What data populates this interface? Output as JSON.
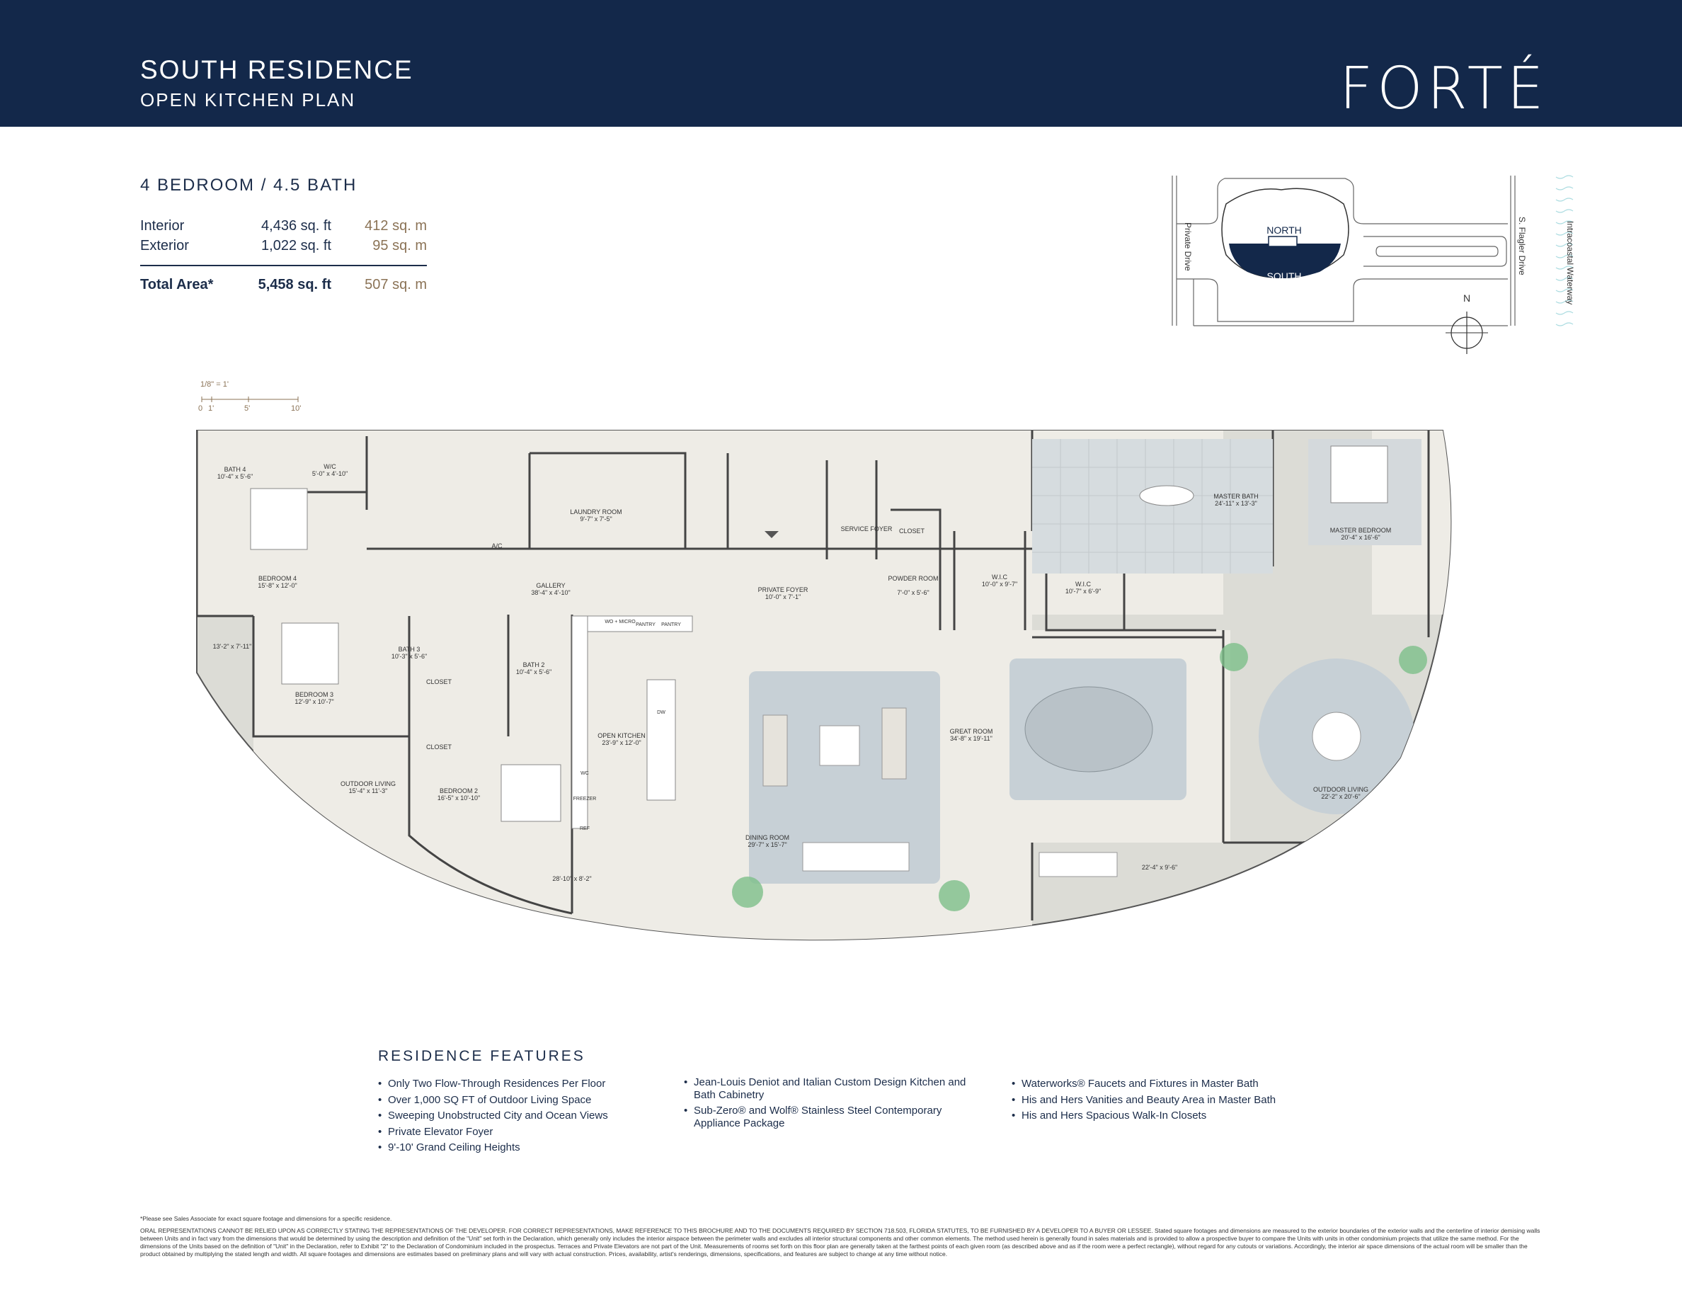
{
  "header": {
    "title": "SOUTH RESIDENCE",
    "subtitle": "OPEN KITCHEN PLAN",
    "logo": "FORTÉ",
    "background": "#13284a"
  },
  "summary": {
    "bed_bath": "4 BEDROOM  / 4.5 BATH",
    "rows": [
      {
        "label": "Interior",
        "sqft": "4,436 sq. ft",
        "sqm": "412 sq. m"
      },
      {
        "label": "Exterior",
        "sqft": "1,022 sq. ft",
        "sqm": "95 sq. m"
      }
    ],
    "total": {
      "label": "Total Area*",
      "sqft": "5,458 sq. ft",
      "sqm": "507 sq. m"
    }
  },
  "keyplan": {
    "north": "NORTH",
    "south": "SOUTH",
    "private_drive": "Private Drive",
    "flagler": "S. Flagler Drive",
    "waterway": "Intracoastal Waterway",
    "compass": "N"
  },
  "scale": {
    "label": "1/8\" = 1'",
    "ticks": [
      "0",
      "1'",
      "5'",
      "10'"
    ]
  },
  "rooms": {
    "bath4": {
      "name": "BATH 4",
      "dim": "10'-4\" x 5'-6\""
    },
    "wic4": {
      "name": "W/C",
      "dim": "5'-0\" x 4'-10\""
    },
    "bedroom4": {
      "name": "BEDROOM 4",
      "dim": "15'-8\" x 12'-0\""
    },
    "ac": {
      "name": "A/C"
    },
    "laundry": {
      "name": "LAUNDRY ROOM",
      "dim": "9'-7\" x 7'-5\""
    },
    "gallery": {
      "name": "GALLERY",
      "dim": "38'-4\" x 4'-10\""
    },
    "service_foyer": {
      "name": "SERVICE FOYER"
    },
    "closet_sf": {
      "name": "CLOSET"
    },
    "private_foyer": {
      "name": "PRIVATE FOYER",
      "dim": "10'-0\" x 7'-1\""
    },
    "powder": {
      "name": "POWDER ROOM",
      "dim": "7'-0\" x 5'-6\""
    },
    "wic_a": {
      "name": "W.I.C",
      "dim": "10'-0\" x 9'-7\""
    },
    "wic_b": {
      "name": "W.I.C",
      "dim": "10'-7\" x 6'-9\""
    },
    "master_bath": {
      "name": "MASTER BATH",
      "dim": "24'-11\" x 13'-3\""
    },
    "master_bed": {
      "name": "MASTER BEDROOM",
      "dim": "20'-4\" x 16'-6\""
    },
    "terrace_w": {
      "dim": "13'-2\" x 7'-11\""
    },
    "bath3": {
      "name": "BATH 3",
      "dim": "10'-3\" x 5'-6\""
    },
    "closet3": {
      "name": "CLOSET"
    },
    "bedroom3": {
      "name": "BEDROOM 3",
      "dim": "12'-9\" x 10'-7\""
    },
    "bath2": {
      "name": "BATH 2",
      "dim": "10'-4\" x 5'-6\""
    },
    "wd_micro": {
      "name": "WO + MICRO"
    },
    "pantry1": {
      "name": "PANTRY"
    },
    "pantry2": {
      "name": "PANTRY"
    },
    "open_kitchen": {
      "name": "OPEN KITCHEN",
      "dim": "23'-9\" x 12'-0\""
    },
    "dw": {
      "name": "DW"
    },
    "wc_k": {
      "name": "WC"
    },
    "freezer": {
      "name": "FREEZER"
    },
    "ref": {
      "name": "REF"
    },
    "closet2": {
      "name": "CLOSET"
    },
    "bedroom2": {
      "name": "BEDROOM 2",
      "dim": "16'-5\" x 10'-10\""
    },
    "outdoor_w": {
      "name": "OUTDOOR LIVING",
      "dim": "15'-4\" x 11'-3\""
    },
    "terrace_s": {
      "dim": "28'-10\" x 8'-2\""
    },
    "great_room": {
      "name": "GREAT ROOM",
      "dim": "34'-8\" x 19'-11\""
    },
    "dining_room": {
      "name": "DINING ROOM",
      "dim": "29'-7\" x 15'-7\""
    },
    "terrace_e": {
      "dim": "22'-4\" x 9'-6\""
    },
    "outdoor_e": {
      "name": "OUTDOOR LIVING",
      "dim": "22'-2\" x 20'-6\""
    }
  },
  "features": {
    "title": "RESIDENCE  FEATURES",
    "col1": [
      "Only Two Flow-Through Residences Per Floor",
      "Over 1,000 SQ FT of Outdoor Living Space",
      "Sweeping Unobstructed City and Ocean Views",
      "Private Elevator Foyer",
      "9'-10' Grand Ceiling Heights"
    ],
    "col2": [
      "Jean-Louis Deniot and Italian Custom Design Kitchen and Bath Cabinetry",
      "Sub-Zero® and Wolf® Stainless Steel Contemporary Appliance Package"
    ],
    "col3": [
      "Waterworks® Faucets and Fixtures in Master Bath",
      "His and Hers Vanities and Beauty Area in Master Bath",
      "His and Hers Spacious Walk-In Closets"
    ]
  },
  "disclaimer": {
    "note": "*Please see Sales Associate for exact square footage and dimensions for a specific residence.",
    "legal": "ORAL REPRESENTATIONS CANNOT BE RELIED UPON AS CORRECTLY STATING THE REPRESENTATIONS OF THE DEVELOPER. FOR CORRECT REPRESENTATIONS, MAKE REFERENCE TO THIS BROCHURE AND TO THE DOCUMENTS REQUIRED BY SECTION 718.503, FLORIDA STATUTES, TO BE FURNISHED BY A DEVELOPER TO A BUYER OR LESSEE. Stated square footages and dimensions are measured to the exterior boundaries of the exterior walls and the centerline of interior demising walls between Units and in fact vary from the dimensions that would be determined by using the description and definition of the \"Unit\" set forth in the Declaration, which generally only includes the interior airspace between the perimeter walls and excludes all interior structural components and other common elements. The method used herein is generally found in sales materials and is provided to allow a prospective buyer to compare the Units with units in other condominium projects that utilize the same method. For the dimensions of the Units based on the definition of \"Unit\" in the Declaration, refer to Exhibit \"2\" to the Declaration of Condominium included in the prospectus. Terraces and Private Elevators are not part of the Unit. Measurements of rooms set forth on this floor plan are generally taken at the farthest points of each given room (as described above and as if the room were a perfect rectangle), without regard for any cutouts or variations. Accordingly, the interior air space dimensions of the actual room will be smaller than the product obtained by multiplying the stated length and width. All square footages and dimensions are estimates based on preliminary plans and will vary with actual construction. Prices, availability, artist's renderings, dimensions, specifications, and features are subject to change at any time without notice."
  }
}
